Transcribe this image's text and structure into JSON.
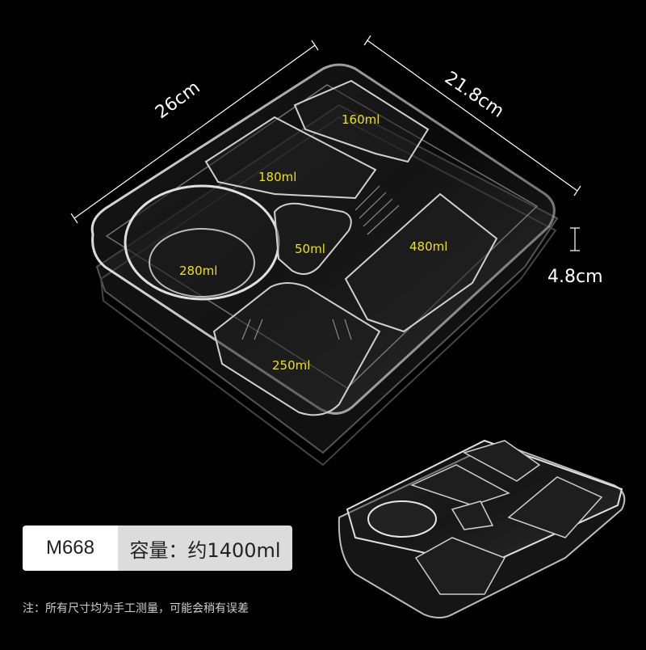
{
  "dimensions": {
    "length": "26cm",
    "width": "21.8cm",
    "height": "4.8cm"
  },
  "compartments": [
    {
      "label": "160ml"
    },
    {
      "label": "180ml"
    },
    {
      "label": "50ml"
    },
    {
      "label": "480ml"
    },
    {
      "label": "280ml"
    },
    {
      "label": "250ml"
    }
  ],
  "info_bar": {
    "model": "M668",
    "capacity": "容量：约1400ml"
  },
  "footnote": "注：所有尺寸均为手工测量，可能会稍有误差",
  "colors": {
    "background": "#000000",
    "capacity_text": "#f2e200",
    "dimension_text": "#ffffff"
  }
}
